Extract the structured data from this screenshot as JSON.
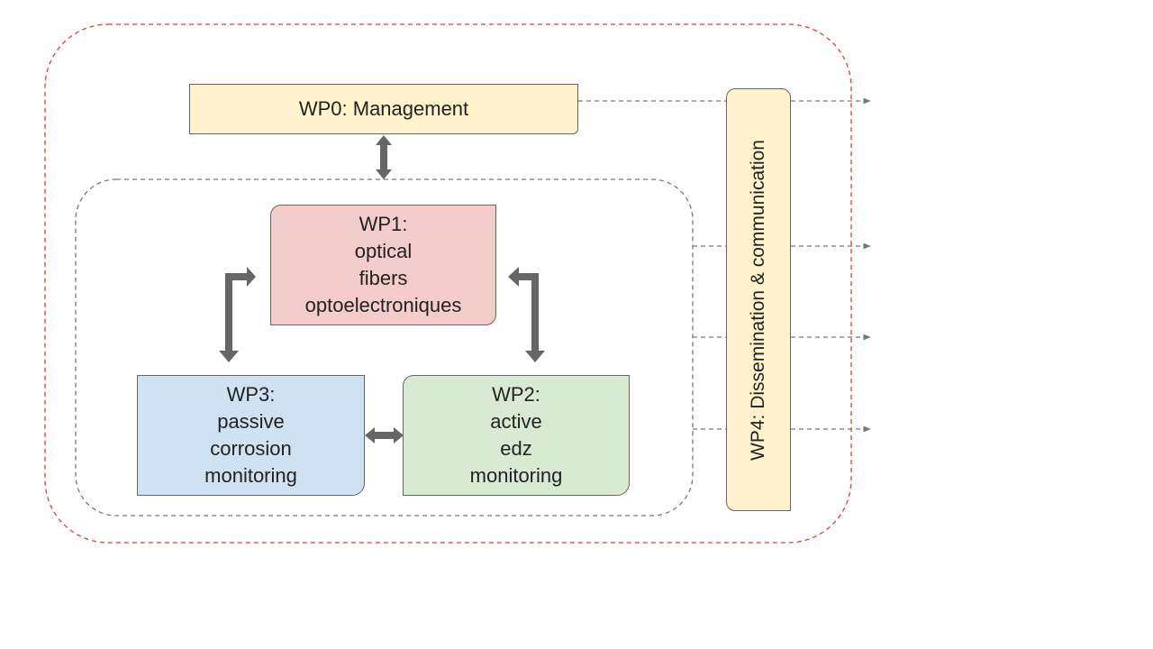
{
  "colors": {
    "outer_border": "#e53935",
    "inner_border": "#777777",
    "arrow": "#666666",
    "dashed_arrow": "#777777",
    "wp0_fill": "#fff2cc",
    "wp1_fill": "#f4cccc",
    "wp2_fill": "#d9ead3",
    "wp3_fill": "#cfe2f3",
    "wp4_fill": "#fff2cc"
  },
  "boxes": {
    "wp0": {
      "lines": [
        "WP0: Management"
      ]
    },
    "wp1": {
      "lines": [
        "WP1:",
        "optical",
        "fibers",
        "optoelectroniques"
      ]
    },
    "wp2": {
      "lines": [
        "WP2:",
        "active",
        "edz",
        "monitoring"
      ]
    },
    "wp3": {
      "lines": [
        "WP3:",
        "passive",
        "corrosion",
        "monitoring"
      ]
    },
    "wp4": {
      "lines": [
        "WP4: Dissemination & communication"
      ]
    }
  }
}
